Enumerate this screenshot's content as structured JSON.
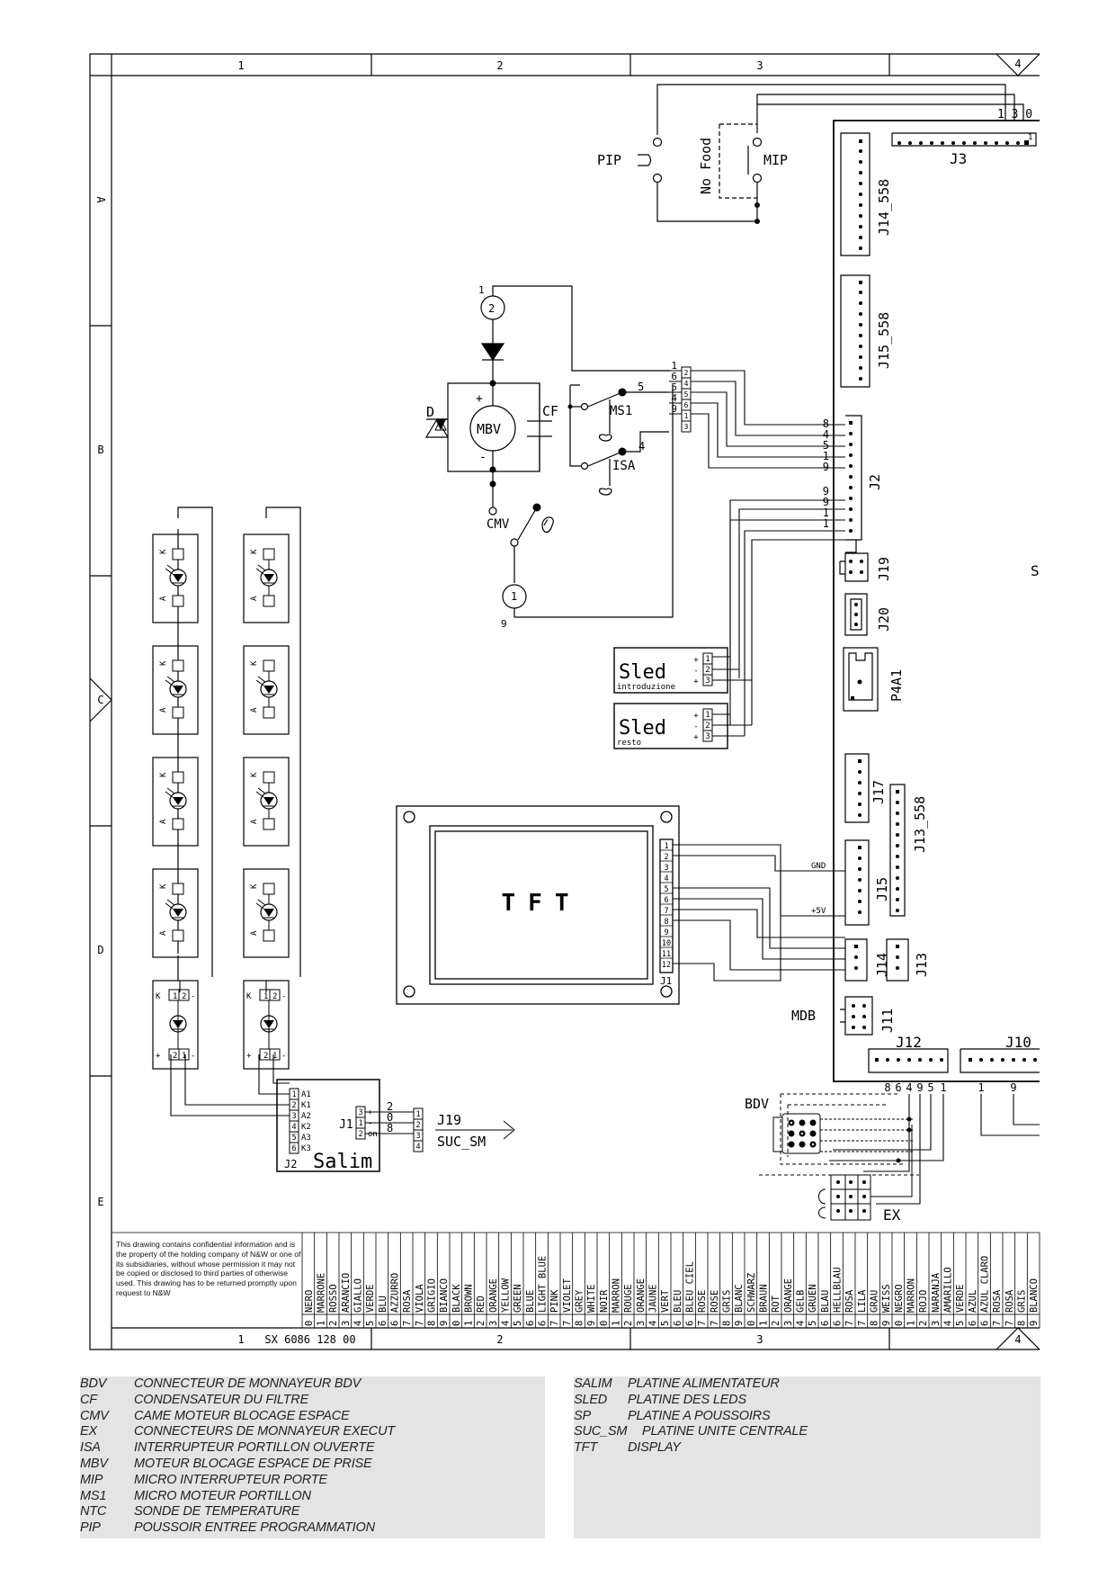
{
  "frame": {
    "col_labels": [
      "1",
      "2",
      "3",
      "4"
    ],
    "row_labels": [
      "A",
      "B",
      "C",
      "D",
      "E"
    ],
    "drawing_number_col": "1",
    "drawing_number": "SX 6086 128 00"
  },
  "notice": "This drawing contains confidential information and is the property of the holding company of N&W or one of its subsidiaries, without whose permission it may not be copied or disclosed to third parties of otherwise used. This drawing has to be returned promptly upon request to N&W",
  "labels": {
    "pip": "PIP",
    "mip": "MIP",
    "no_food": "No Food",
    "j3": "J3",
    "j3_pins": "1 3 0",
    "j3_pin1": "1",
    "j14_558": "J14_558",
    "j15_558": "J15_558",
    "motor_top_node": "2",
    "motor_top_pin": "1",
    "d": "D",
    "mbv": "MBV",
    "plus": "+",
    "minus": "-",
    "cf": "CF",
    "ms1": "MS1",
    "isa": "ISA",
    "cmv": "CMV",
    "bottom_node": "1",
    "bottom_pin": "9",
    "wire_5": "5",
    "wire_4": "4",
    "conn6_left": [
      "1",
      "6",
      "5",
      "4",
      "9"
    ],
    "conn6_pins": [
      "2",
      "4",
      "5",
      "6",
      "1",
      "3"
    ],
    "j2": "J2",
    "j2_left": [
      "8",
      "4",
      "5",
      "1",
      "9",
      "9",
      "9",
      "1",
      "1"
    ],
    "j19": "J19",
    "j20": "J20",
    "p4a1": "P4A1",
    "cut_s": "S",
    "sled1": "Sled",
    "sled1_sub": "introduzione",
    "sled2": "Sled",
    "sled2_sub": "resto",
    "sled_signs": [
      "+",
      "-",
      "+"
    ],
    "sled_pins": [
      "1",
      "2",
      "3"
    ],
    "tft": "TFT",
    "tft_pins": [
      "1",
      "2",
      "3",
      "4",
      "5",
      "6",
      "7",
      "8",
      "9",
      "10",
      "11",
      "12"
    ],
    "j1_tft": "J1",
    "j17": "J17",
    "j13_558": "J13_558",
    "gnd": "GND",
    "v5": "+5V",
    "j15": "J15",
    "j14": "J14",
    "j13": "J13",
    "j11": "J11",
    "mdb": "MDB",
    "j12": "J12",
    "j12_pins": [
      "8",
      "6",
      "4",
      "9",
      "5",
      "1"
    ],
    "j10": "J10",
    "j10_pins": [
      "1",
      "9"
    ],
    "bdv": "BDV",
    "ex": "EX",
    "salim": "Salim",
    "salim_j2": "J2",
    "salim_pins": [
      "1",
      "2",
      "3",
      "4",
      "5",
      "6"
    ],
    "salim_names": [
      "A1",
      "K1",
      "A2",
      "K2",
      "A3",
      "K3"
    ],
    "salim_j1": "J1",
    "salim_j1_pins": [
      "3",
      "1",
      "2"
    ],
    "salim_j1_signs": [
      "+",
      "-",
      "on"
    ],
    "salim_wires": [
      "2",
      "0",
      "8"
    ],
    "salim_out_pins": [
      "1",
      "2",
      "3",
      "4"
    ],
    "j19_out": "J19",
    "suc_sm": "SUC_SM",
    "led_k": "K",
    "led_a": "A",
    "led_pair_pins": [
      "1",
      "2"
    ],
    "led_pair_pins_bottom": [
      "2",
      "1"
    ]
  },
  "color_table": [
    {
      "n": "0",
      "it": "NERO"
    },
    {
      "n": "1",
      "it": "MARRONE"
    },
    {
      "n": "2",
      "it": "ROSSO"
    },
    {
      "n": "3",
      "it": "ARANCIO"
    },
    {
      "n": "4",
      "it": "GIALLO"
    },
    {
      "n": "5",
      "it": "VERDE"
    },
    {
      "n": "6",
      "it": "BLU"
    },
    {
      "n": "6",
      "it": "AZZURRO"
    },
    {
      "n": "7",
      "it": "ROSA"
    },
    {
      "n": "7",
      "it": "VIOLA"
    },
    {
      "n": "8",
      "it": "GRIGIO"
    },
    {
      "n": "9",
      "it": "BIANCO"
    },
    {
      "n": "0",
      "it": "BLACK"
    },
    {
      "n": "1",
      "it": "BROWN"
    },
    {
      "n": "2",
      "it": "RED"
    },
    {
      "n": "3",
      "it": "ORANGE"
    },
    {
      "n": "4",
      "it": "YELLOW"
    },
    {
      "n": "5",
      "it": "GREEN"
    },
    {
      "n": "6",
      "it": "BLUE"
    },
    {
      "n": "6",
      "it": "LIGHT BLUE"
    },
    {
      "n": "7",
      "it": "PINK"
    },
    {
      "n": "7",
      "it": "VIOLET"
    },
    {
      "n": "8",
      "it": "GREY"
    },
    {
      "n": "9",
      "it": "WHITE"
    },
    {
      "n": "0",
      "it": "NOIR"
    },
    {
      "n": "1",
      "it": "MARRON"
    },
    {
      "n": "2",
      "it": "ROUGE"
    },
    {
      "n": "3",
      "it": "ORANGE"
    },
    {
      "n": "4",
      "it": "JAUNE"
    },
    {
      "n": "5",
      "it": "VERT"
    },
    {
      "n": "6",
      "it": "BLEU"
    },
    {
      "n": "6",
      "it": "BLEU CIEL"
    },
    {
      "n": "7",
      "it": "ROSE"
    },
    {
      "n": "7",
      "it": "ROSE"
    },
    {
      "n": "8",
      "it": "GRIS"
    },
    {
      "n": "9",
      "it": "BLANC"
    },
    {
      "n": "0",
      "it": "SCHWARZ"
    },
    {
      "n": "1",
      "it": "BRAUN"
    },
    {
      "n": "2",
      "it": "ROT"
    },
    {
      "n": "3",
      "it": "ORANGE"
    },
    {
      "n": "4",
      "it": "GELB"
    },
    {
      "n": "5",
      "it": "GRUEN"
    },
    {
      "n": "6",
      "it": "BLAU"
    },
    {
      "n": "6",
      "it": "HELLBLAU"
    },
    {
      "n": "7",
      "it": "ROSA"
    },
    {
      "n": "7",
      "it": "LILA"
    },
    {
      "n": "8",
      "it": "GRAU"
    },
    {
      "n": "9",
      "it": "WEISS"
    },
    {
      "n": "0",
      "it": "NEGRO"
    },
    {
      "n": "1",
      "it": "MARRON"
    },
    {
      "n": "2",
      "it": "ROJO"
    },
    {
      "n": "3",
      "it": "NARANJA"
    },
    {
      "n": "4",
      "it": "AMARILLO"
    },
    {
      "n": "5",
      "it": "VERDE"
    },
    {
      "n": "6",
      "it": "AZUL"
    },
    {
      "n": "6",
      "it": "AZUL CLARO"
    },
    {
      "n": "7",
      "it": "ROSA"
    },
    {
      "n": "7",
      "it": "ROSA"
    },
    {
      "n": "8",
      "it": "GRIS"
    },
    {
      "n": "9",
      "it": "BLANCO"
    }
  ],
  "legend_left": [
    {
      "code": "BDV",
      "desc": "CONNECTEUR DE MONNAYEUR BDV"
    },
    {
      "code": "CF",
      "desc": "CONDENSATEUR DU FILTRE"
    },
    {
      "code": "CMV",
      "desc": "CAME MOTEUR BLOCAGE ESPACE"
    },
    {
      "code": "EX",
      "desc": "CONNECTEURS DE MONNAYEUR EXECUT"
    },
    {
      "code": "ISA",
      "desc": "INTERRUPTEUR PORTILLON OUVERTE"
    },
    {
      "code": "MBV",
      "desc": "MOTEUR BLOCAGE ESPACE DE PRISE"
    },
    {
      "code": "MIP",
      "desc": "MICRO INTERRUPTEUR PORTE"
    },
    {
      "code": "MS1",
      "desc": "MICRO MOTEUR PORTILLON"
    },
    {
      "code": "NTC",
      "desc": "SONDE DE TEMPERATURE"
    },
    {
      "code": "PIP",
      "desc": "POUSSOIR ENTREE PROGRAMMATION"
    }
  ],
  "legend_right": [
    {
      "code": "SALIM",
      "desc": "PLATINE ALIMENTATEUR"
    },
    {
      "code": "SLED",
      "desc": "PLATINE DES LEDS"
    },
    {
      "code": "SP",
      "desc": "PLATINE A POUSSOIRS"
    },
    {
      "code": "SUC_SM",
      "desc": "PLATINE UNITE CENTRALE"
    },
    {
      "code": "TFT",
      "desc": "DISPLAY"
    }
  ]
}
